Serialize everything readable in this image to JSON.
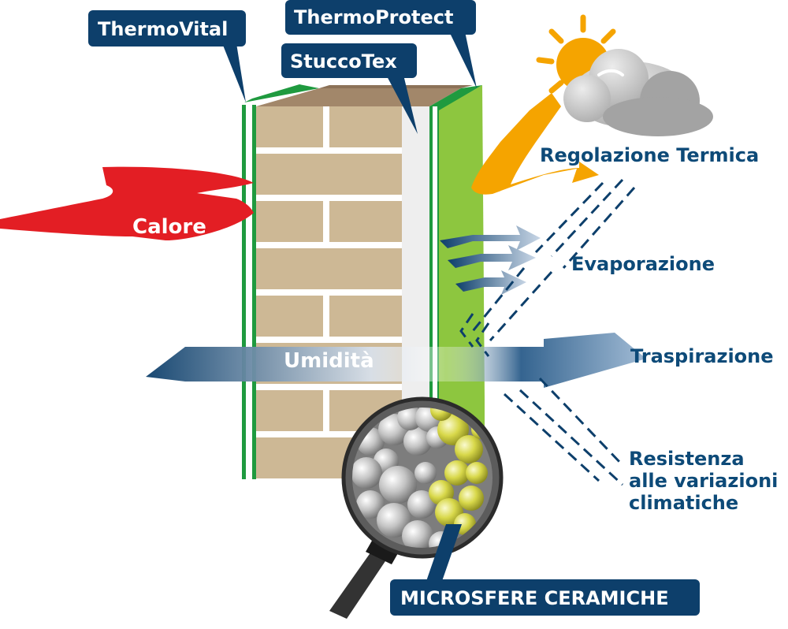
{
  "labels": {
    "thermovital": "ThermoVital",
    "thermoprotect": "ThermoProtect",
    "stuccotex": "StuccoTex",
    "regolazione": "Regolazione Termica",
    "evaporazione": "Evaporazione",
    "traspirazione": "Traspirazione",
    "resistenza_1": "Resistenza",
    "resistenza_2": "alle variazioni",
    "resistenza_3": "climatiche",
    "calore": "Calore",
    "umidita": "Umidità",
    "microsfere": "MICROSFERE CERAMICHE"
  },
  "colors": {
    "navy": "#0d3f6b",
    "label_blue": "#0d4a78",
    "brick": "#cdb895",
    "mortar": "#ffffff",
    "green_layer": "#8dc63f",
    "green_edge": "#1f9a3f",
    "heat_red": "#e31e24",
    "sun_orange": "#f5a400",
    "cloud_gray": "#b8b8b8",
    "sphere_yellow": "#d8d84a"
  },
  "icons": [
    "sun-icon",
    "cloud-icon",
    "magnifier-icon"
  ]
}
